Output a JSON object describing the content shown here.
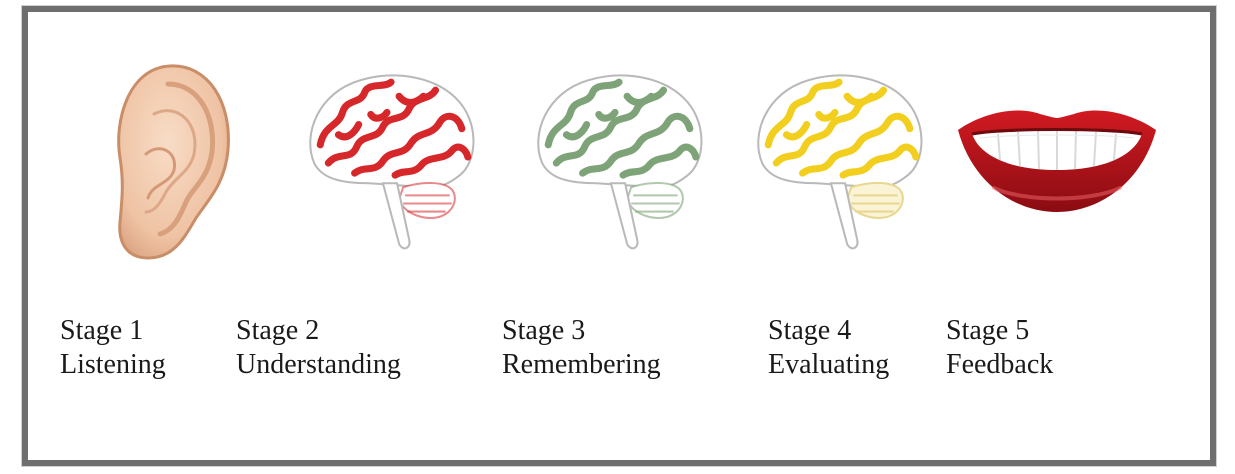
{
  "stages": [
    {
      "number_label": "Stage 1",
      "name": "Listening",
      "icon": "ear-icon"
    },
    {
      "number_label": "Stage 2",
      "name": "Understanding",
      "icon": "brain-icon",
      "color": "#d6282b"
    },
    {
      "number_label": "Stage 3",
      "name": "Remembering",
      "icon": "brain-icon",
      "color": "#7ea378"
    },
    {
      "number_label": "Stage 4",
      "name": "Evaluating",
      "icon": "brain-icon",
      "color": "#f2cf1e"
    },
    {
      "number_label": "Stage 5",
      "name": "Feedback",
      "icon": "mouth-icon",
      "color": "#b5121b"
    }
  ]
}
